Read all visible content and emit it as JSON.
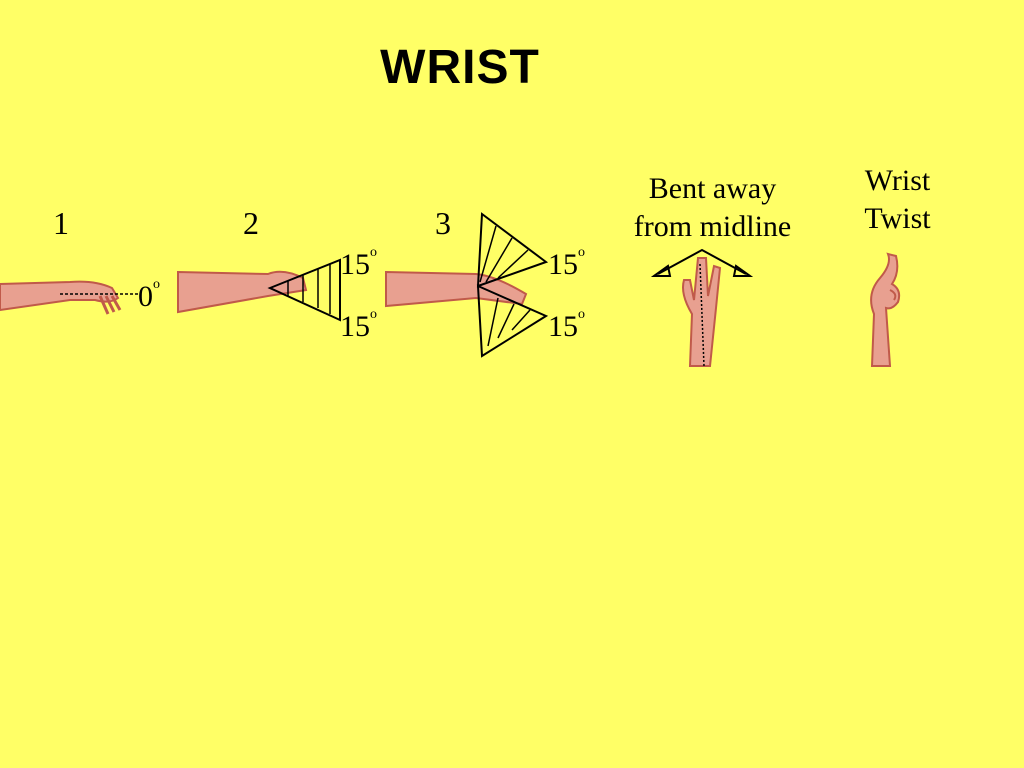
{
  "title": "WRIST",
  "positions": [
    {
      "number": "1",
      "angle": "0",
      "deg": "o"
    },
    {
      "number": "2",
      "angle_top": "15",
      "angle_bottom": "15",
      "deg": "o"
    },
    {
      "number": "3",
      "angle_top": "15",
      "angle_bottom": "15",
      "deg": "o"
    }
  ],
  "bent": {
    "line1": "Bent away",
    "line2": "from midline"
  },
  "twist": {
    "line1": "Wrist",
    "line2": "Twist"
  },
  "colors": {
    "background": "#ffff66",
    "skin": "#e8a090",
    "skin_dark": "#c05a4a",
    "line": "#000000"
  }
}
